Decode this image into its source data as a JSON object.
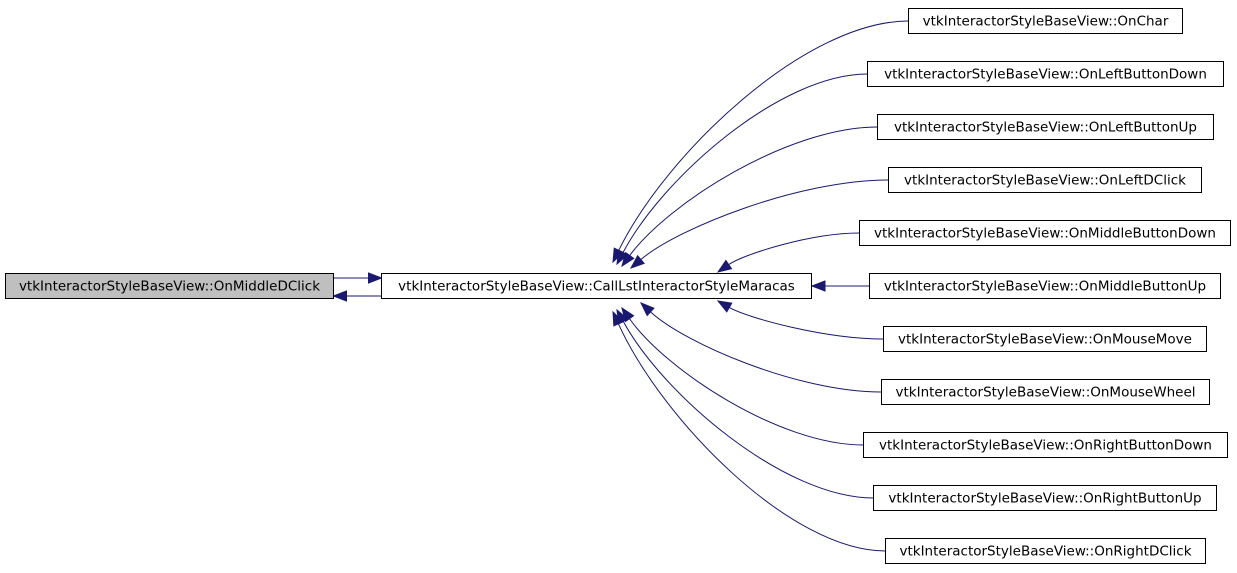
{
  "graph": {
    "edge_color": "#191970",
    "highlight_fill": "#bfbfbf",
    "focus": {
      "id": "focus",
      "label": "vtkInteractorStyleBaseView::OnMiddleDClick"
    },
    "hub": {
      "id": "hub",
      "label": "vtkInteractorStyleBaseView::CallLstInteractorStyleMaracas"
    },
    "callers": [
      {
        "id": "onchar",
        "label": "vtkInteractorStyleBaseView::OnChar"
      },
      {
        "id": "onleftbuttondown",
        "label": "vtkInteractorStyleBaseView::OnLeftButtonDown"
      },
      {
        "id": "onleftbuttonup",
        "label": "vtkInteractorStyleBaseView::OnLeftButtonUp"
      },
      {
        "id": "onleftdclick",
        "label": "vtkInteractorStyleBaseView::OnLeftDClick"
      },
      {
        "id": "onmiddlebuttondown",
        "label": "vtkInteractorStyleBaseView::OnMiddleButtonDown"
      },
      {
        "id": "onmiddlebuttonup",
        "label": "vtkInteractorStyleBaseView::OnMiddleButtonUp"
      },
      {
        "id": "onmousemove",
        "label": "vtkInteractorStyleBaseView::OnMouseMove"
      },
      {
        "id": "onmousewheel",
        "label": "vtkInteractorStyleBaseView::OnMouseWheel"
      },
      {
        "id": "onrightbuttondown",
        "label": "vtkInteractorStyleBaseView::OnRightButtonDown"
      },
      {
        "id": "onrightbuttonup",
        "label": "vtkInteractorStyleBaseView::OnRightButtonUp"
      },
      {
        "id": "onrightdclick",
        "label": "vtkInteractorStyleBaseView::OnRightDClick"
      }
    ]
  }
}
